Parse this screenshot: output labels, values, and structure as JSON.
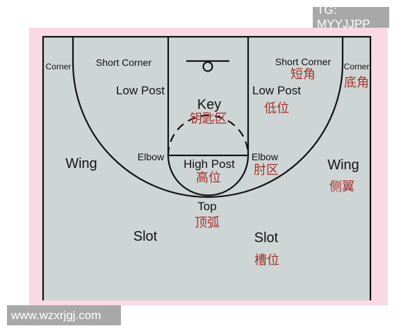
{
  "watermarks": {
    "top": "TG: MYYJJPP",
    "bottom": "www.wzxrjgj.com"
  },
  "colors": {
    "background": "#f9d9e3",
    "court": "#cdd6d4",
    "lines": "#111111",
    "chinese_text": "#a8302e"
  },
  "labels": {
    "corner_left": "Corner",
    "short_corner_left": "Short Corner",
    "low_post_left": "Low Post",
    "key": "Key",
    "key_zh": "钥匙区",
    "short_corner_right": "Short Corner",
    "short_corner_zh": "短角",
    "corner_right": "Corner",
    "corner_zh": "底角",
    "low_post_right": "Low Post",
    "low_post_zh": "低位",
    "elbow_left": "Elbow",
    "elbow_right": "Elbow",
    "elbow_zh": "肘区",
    "high_post": "High Post",
    "high_post_zh": "高位",
    "wing_left": "Wing",
    "wing_right": "Wing",
    "wing_zh": "侧翼",
    "top": "Top",
    "top_zh": "顶弧",
    "slot_left": "Slot",
    "slot_right": "Slot",
    "slot_zh": "槽位"
  }
}
